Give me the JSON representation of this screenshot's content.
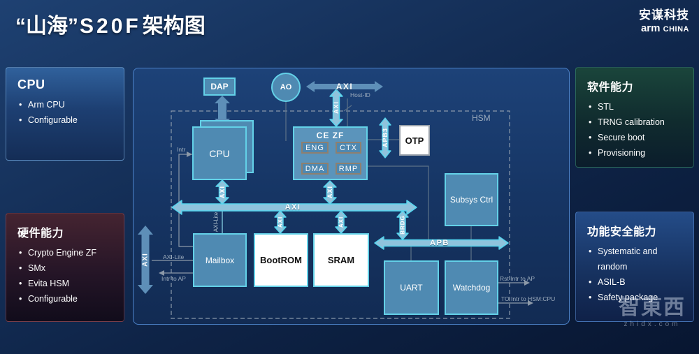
{
  "page": {
    "title": {
      "prefix": "“山海”",
      "model": "S20F",
      "suffix": "架构图"
    }
  },
  "brand": {
    "name_cn": "安谋科技",
    "name_en": "arm",
    "region": "CHINA"
  },
  "panels": {
    "cpu": {
      "title": "CPU",
      "items": [
        "Arm CPU",
        "Configurable"
      ]
    },
    "hardware": {
      "title": "硬件能力",
      "items": [
        "Crypto Engine ZF",
        "SMx",
        "Evita HSM",
        "Configurable"
      ]
    },
    "software": {
      "title": "软件能力",
      "items": [
        "STL",
        "TRNG calibration",
        "Secure boot",
        "Provisioning"
      ]
    },
    "safety": {
      "title": "功能安全能力",
      "items": [
        "Systematic and random",
        "ASIL-B",
        "Safety package"
      ]
    }
  },
  "diagram": {
    "region_label": "HSM",
    "blocks": {
      "dap": "DAP",
      "ao": "AO",
      "cpu": "CPU",
      "ce_zf": "CE ZF",
      "eng": "ENG",
      "ctx": "CTX",
      "dma": "DMA",
      "rmp": "RMP",
      "otp": "OTP",
      "subsys": "Subsys Ctrl",
      "mailbox": "Mailbox",
      "bootrom": "BootROM",
      "sram": "SRAM",
      "uart": "UART",
      "watchdog": "Watchdog"
    },
    "buses": {
      "axi": "AXI",
      "axi_lite": "AXI-Lite",
      "apb": "APB",
      "apb3": "APB3",
      "brdg": "BRDG"
    },
    "signals": {
      "host_id": "Host-ID",
      "intr": "Intr",
      "intr_to_ap": "Intr to AP",
      "rst_intr_to_ap": "Rst Intr to AP",
      "to_intr_to_hsm_cpu": "TO Intr to HSM:CPU"
    }
  },
  "watermark": {
    "logo": "智東西",
    "url": "zhidx.com"
  },
  "colors": {
    "accent_cyan": "#63d1e8",
    "block_fill": "#4f8ab2",
    "panel_border_blue": "#4c82c8",
    "hw_panel_red": "#452431",
    "sw_panel_green": "#1a453b",
    "bus_fill": "#8fc3dc",
    "signal_gray": "#9cabbc"
  }
}
